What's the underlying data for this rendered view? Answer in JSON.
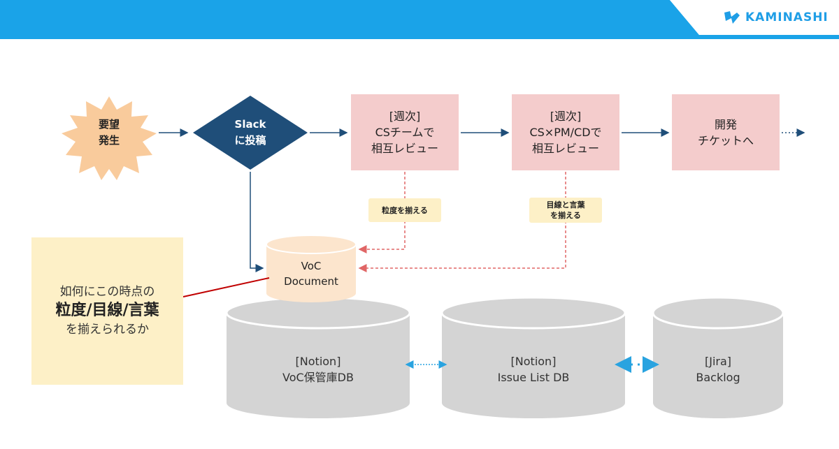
{
  "header": {
    "logo_text": "KAMINASHI",
    "color": "#1aa3e8"
  },
  "flow": {
    "start": "要望\n発生",
    "slack": "Slack\nに投稿",
    "review_cs": "[週次]\nCSチームで\n相互レビュー",
    "review_pm": "[週次]\nCS×PM/CDで\n相互レビュー",
    "dev": "開発\nチケットへ"
  },
  "tags": {
    "granularity": "粒度を揃える",
    "viewpoint": "目線と言葉\nを揃える"
  },
  "voc_doc": "VoC\nDocument",
  "databases": [
    {
      "label": "[Notion]\nVoC保管庫DB"
    },
    {
      "label": "[Notion]\nIssue List DB"
    },
    {
      "label": "[Jira]\nBacklog"
    }
  ],
  "callout": {
    "line1": "如何にこの時点の",
    "line2": "粒度/目線/言葉",
    "line3": "を揃えられるか"
  },
  "colors": {
    "arrow": "#1f4e79",
    "pink_box": "#f4cccc",
    "yellow": "#fdf0c7",
    "db_gray": "#d4d4d4",
    "burst": "#f9cb9c",
    "diamond": "#1f4e79",
    "dashed_red": "#e06666",
    "dotted_blue": "#29a3e0"
  }
}
